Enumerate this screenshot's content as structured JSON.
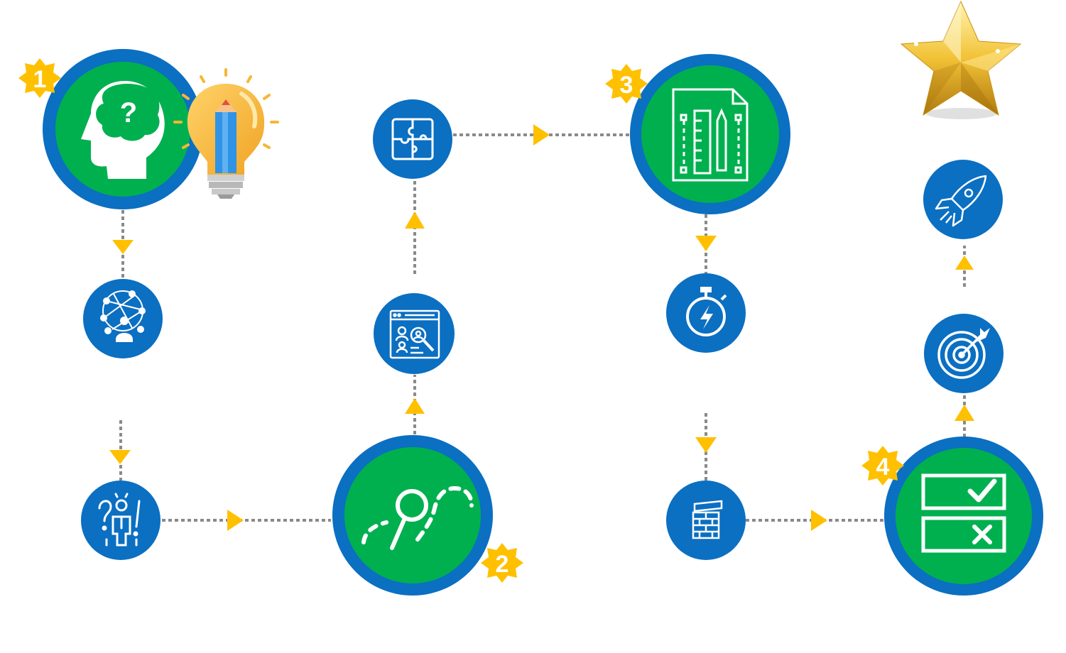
{
  "colors": {
    "blue": "#0b6fc2",
    "green": "#00b04f",
    "connector": "#8a8a8a",
    "arrow": "#ffc000",
    "badge": "#ffc000",
    "bulb": "#f7b733",
    "pencil": "#2f93e6",
    "star": "#f2c236",
    "white": "#ffffff"
  },
  "steps": [
    {
      "badge": "1",
      "icon": "brain-question-icon"
    },
    {
      "badge": "2",
      "icon": "magnifier-path-icon"
    },
    {
      "badge": "3",
      "icon": "blueprint-ruler-pencil-icon"
    },
    {
      "badge": "4",
      "icon": "checklist-check-cross-icon"
    }
  ],
  "nodes": [
    {
      "icon": "network-person-icon"
    },
    {
      "icon": "confused-person-icon"
    },
    {
      "icon": "profile-search-icon"
    },
    {
      "icon": "puzzle-icon"
    },
    {
      "icon": "stopwatch-icon"
    },
    {
      "icon": "brick-stack-icon"
    },
    {
      "icon": "target-icon"
    },
    {
      "icon": "rocket-icon"
    }
  ],
  "decorations": [
    {
      "icon": "lightbulb-pencil-icon"
    },
    {
      "icon": "gold-star-icon"
    }
  ]
}
